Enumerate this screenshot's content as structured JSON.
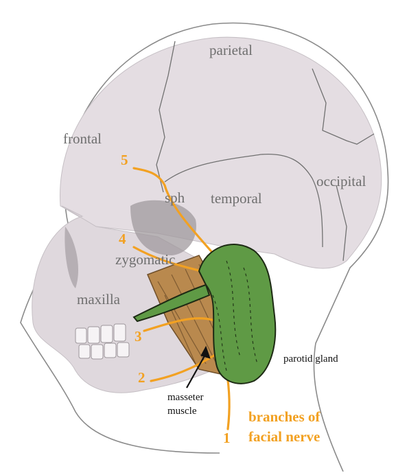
{
  "colors": {
    "skull": "#e4dde2",
    "suture": "#707070",
    "outline": "#8a8a8a",
    "nerve": "#f2a122",
    "gland": "#5f9a45",
    "masseter": "#b9894e"
  },
  "labels": {
    "parietal": "parietal",
    "frontal": "frontal",
    "occipital": "occipital",
    "sph": "sph",
    "temporal": "temporal",
    "zygomatic": "zygomatic",
    "maxilla": "maxilla",
    "parotid": "parotid gland",
    "masseter_line1": "masseter",
    "masseter_line2": "muscle"
  },
  "numbers": {
    "n1": "1",
    "n2": "2",
    "n3": "3",
    "n4": "4",
    "n5": "5"
  },
  "caption": {
    "line1": "branches of",
    "line2": "facial nerve"
  }
}
